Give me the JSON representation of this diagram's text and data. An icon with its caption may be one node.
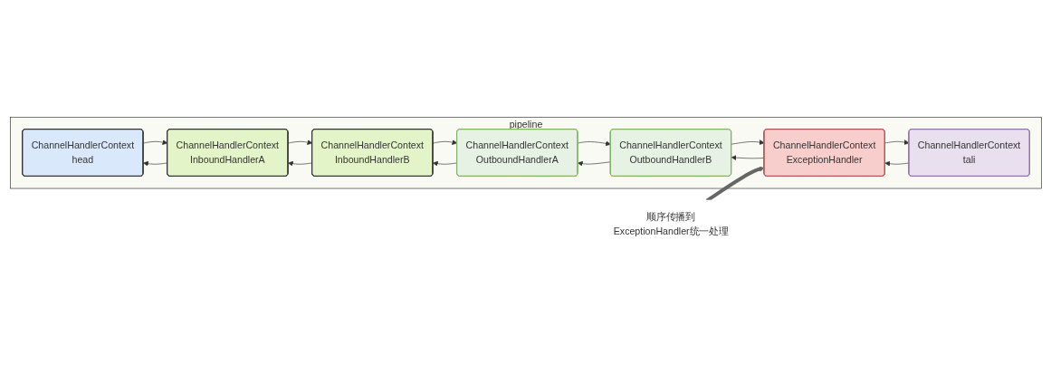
{
  "diagram": {
    "nodes": [
      {
        "text": [
          "pipeline"
        ]
      },
      {
        "text": [
          "ChannelHandlerContext",
          "head"
        ],
        "in": 0
      },
      {
        "text": [
          "ChannelHandlerContext",
          "InboundHandlerA"
        ],
        "in": 0
      },
      {
        "text": [
          "ChannelHandlerContext",
          "InboundHandlerB"
        ],
        "in": 0
      },
      {
        "text": [
          "ChannelHandlerContext",
          "OutboundHandlerA"
        ],
        "in": 0
      },
      {
        "text": [
          "ChannelHandlerContext",
          "OutboundHandlerB"
        ],
        "in": 0
      },
      {
        "text": [
          "ChannelHandlerContext",
          "ExceptionHandler"
        ],
        "in": 0
      },
      {
        "text": [
          "ChannelHandlerContext",
          "tali"
        ],
        "in": 0
      },
      {
        "text": [
          "顺序传播到ExceptionHandler统一处理"
        ]
      }
    ],
    "edges": [
      {
        "from": 1,
        "to": 2,
        "arrow": "to"
      },
      {
        "from": 2,
        "to": 1,
        "arrow": "to"
      },
      {
        "from": 2,
        "to": 3,
        "arrow": "to"
      },
      {
        "from": 3,
        "to": 2,
        "arrow": "to"
      },
      {
        "from": 3,
        "to": 4,
        "arrow": "to"
      },
      {
        "from": 4,
        "to": 3,
        "arrow": "to"
      },
      {
        "from": 4,
        "to": 5,
        "arrow": "to"
      },
      {
        "from": 5,
        "to": 4,
        "arrow": "to"
      },
      {
        "from": 5,
        "to": 6,
        "arrow": "to"
      },
      {
        "from": 6,
        "to": 5,
        "arrow": "to"
      },
      {
        "from": 6,
        "to": 7,
        "arrow": "to"
      },
      {
        "from": 7,
        "to": 6,
        "arrow": "to"
      },
      {
        "from": 8,
        "to": 6,
        "arrow": "to",
        "style": "thick"
      }
    ]
  }
}
